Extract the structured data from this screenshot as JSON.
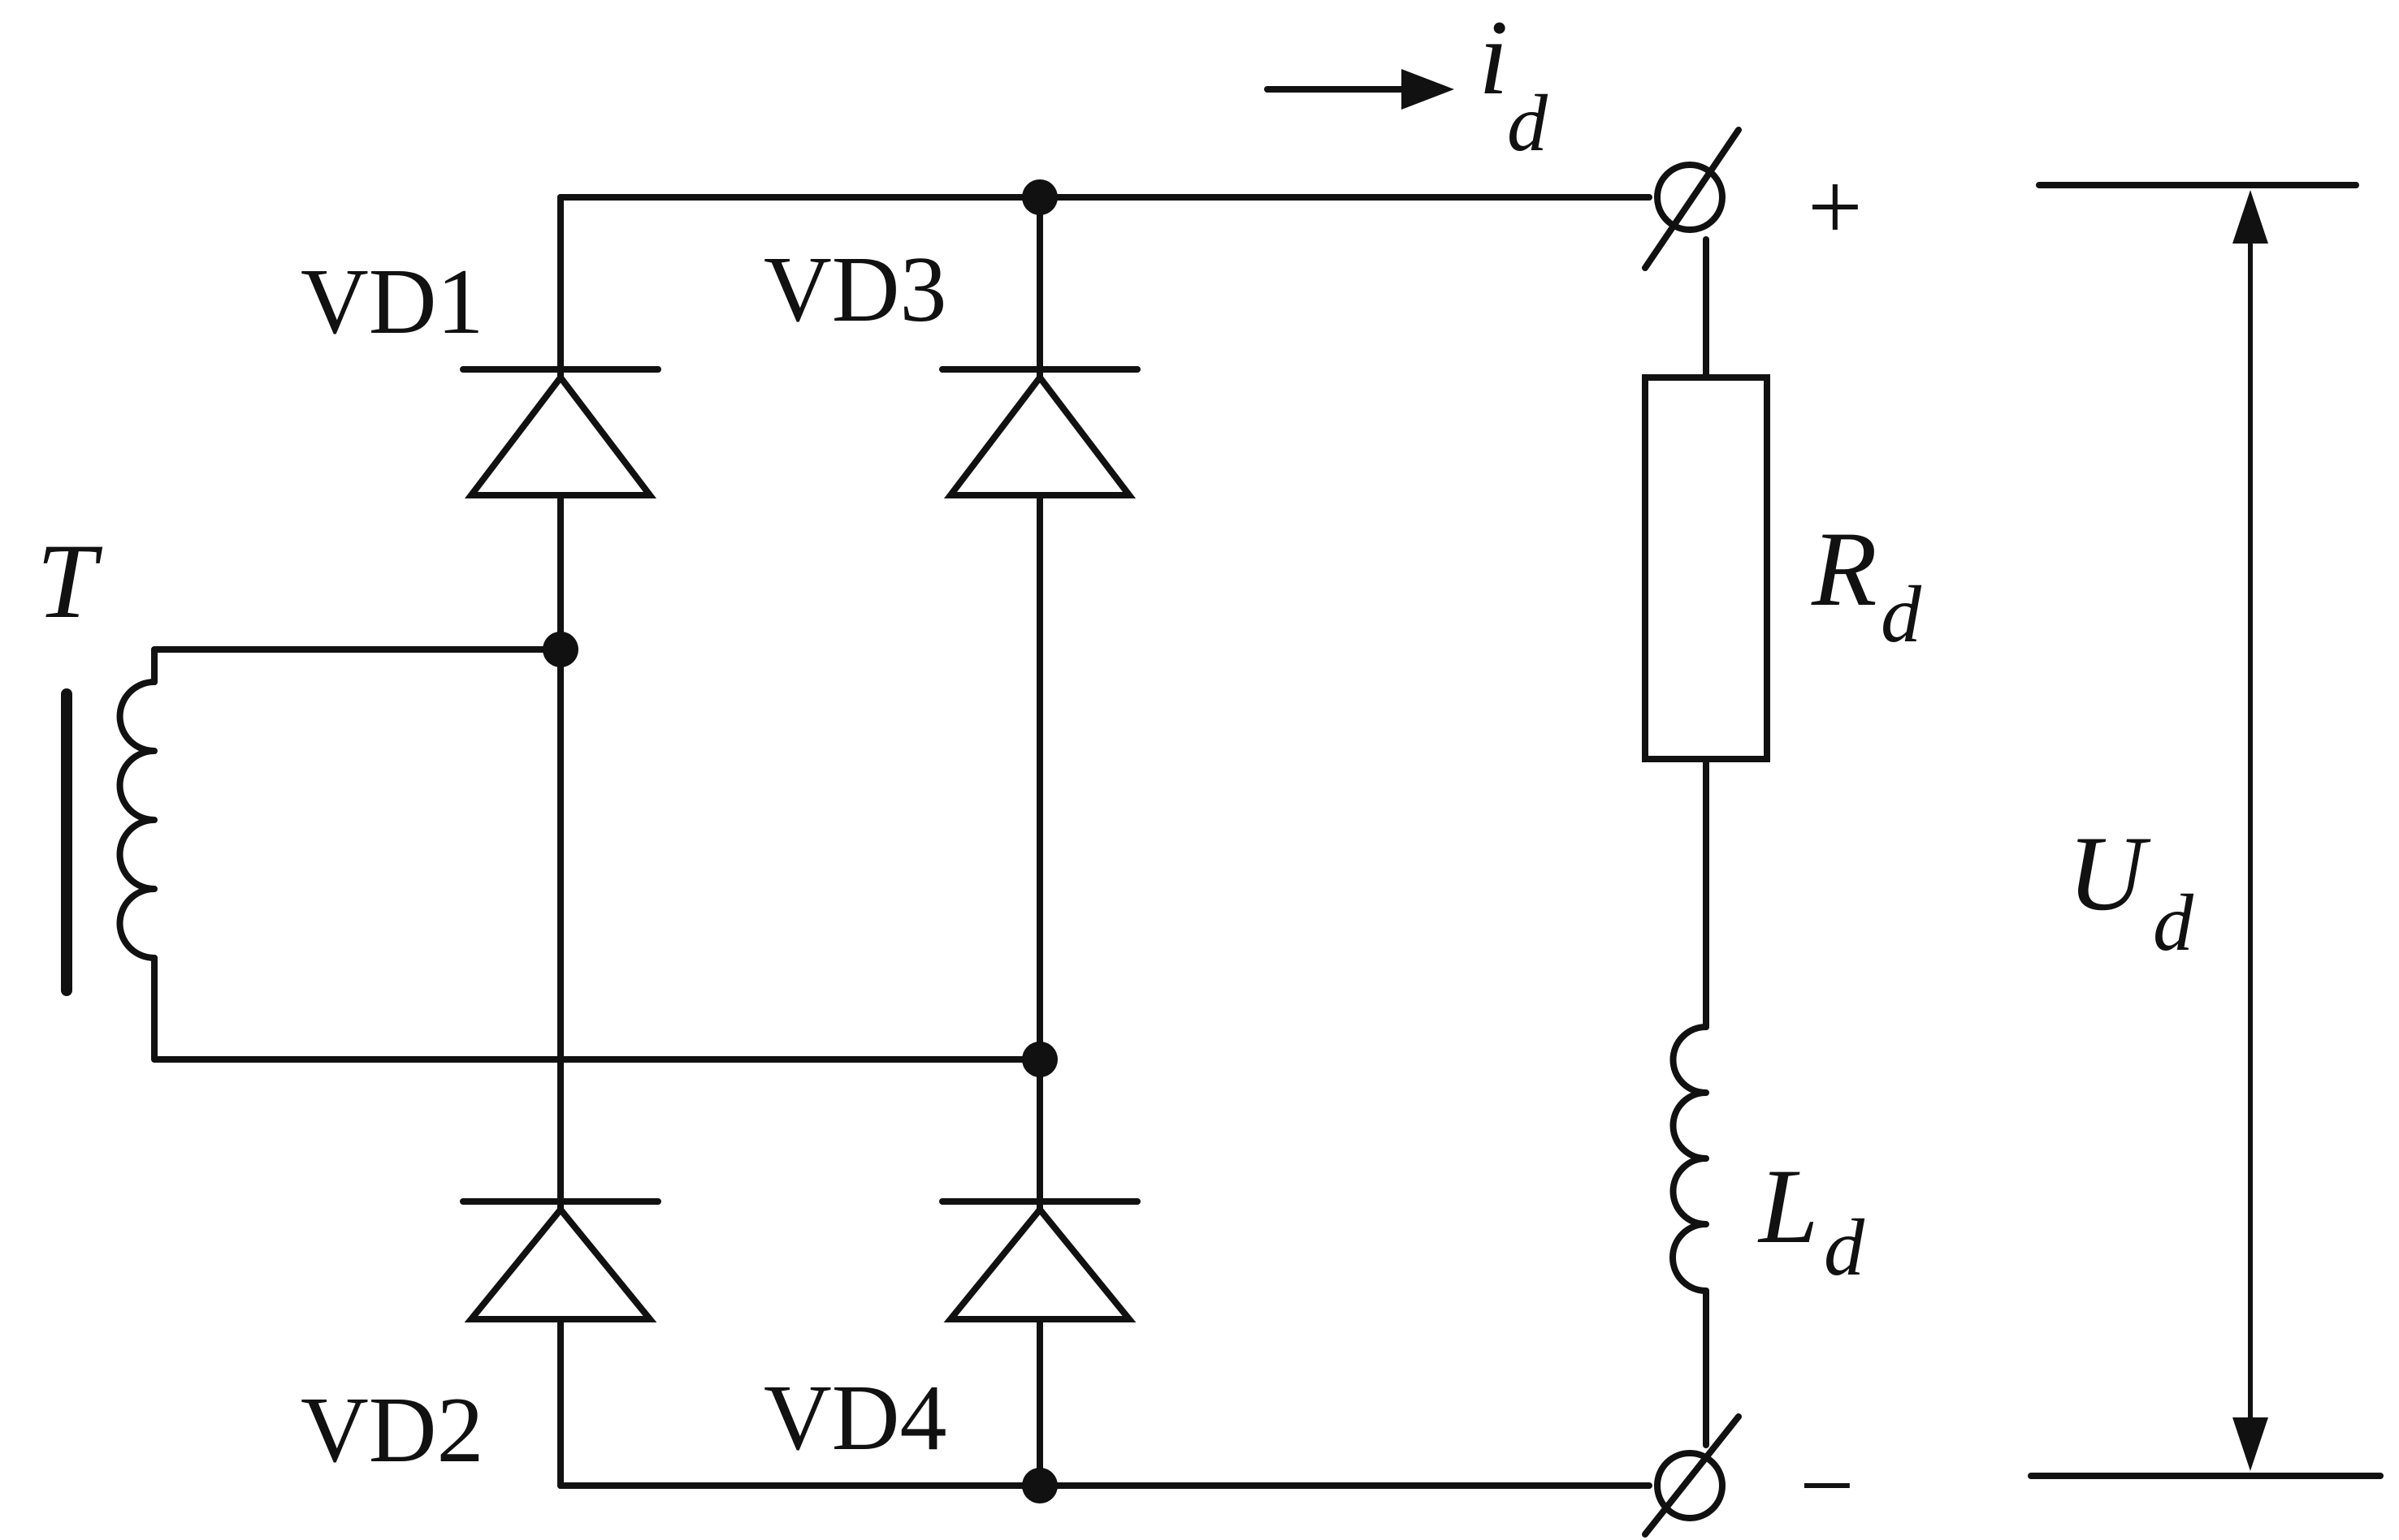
{
  "diagram": {
    "labels": {
      "transformer": "T",
      "vd1": "VD1",
      "vd2": "VD2",
      "vd3": "VD3",
      "vd4": "VD4",
      "current_symbol": "i",
      "current_sub": "d",
      "resistor_symbol": "R",
      "resistor_sub": "d",
      "inductor_symbol": "L",
      "inductor_sub": "d",
      "voltage_symbol": "U",
      "voltage_sub": "d",
      "plus": "+",
      "minus": "−"
    },
    "colors": {
      "ink": "#111111",
      "background": "#ffffff"
    }
  }
}
